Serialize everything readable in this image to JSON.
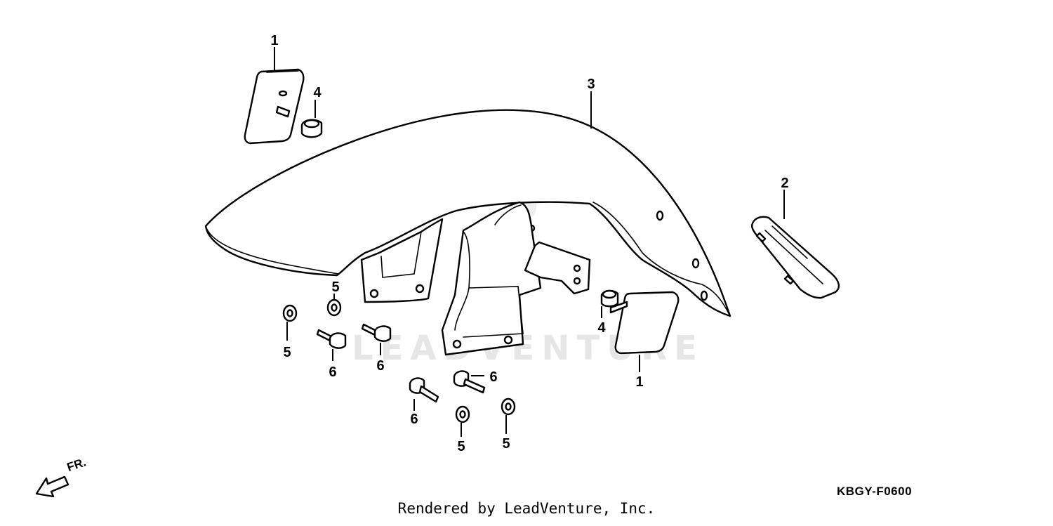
{
  "watermark": {
    "text": "LEADVENTURE"
  },
  "direction": {
    "label": "FR."
  },
  "diagram_code": "KBGY-F0600",
  "footer": {
    "credit": "Rendered by LeadVenture, Inc."
  },
  "callouts": {
    "c1_top": "1",
    "c4_top": "4",
    "c3": "3",
    "c2": "2",
    "c5_a": "5",
    "c5_b": "5",
    "c6_a": "6",
    "c6_b": "6",
    "c4_right": "4",
    "c1_right": "1",
    "c6_c": "6",
    "c6_d": "6",
    "c5_c": "5",
    "c5_d": "5"
  }
}
